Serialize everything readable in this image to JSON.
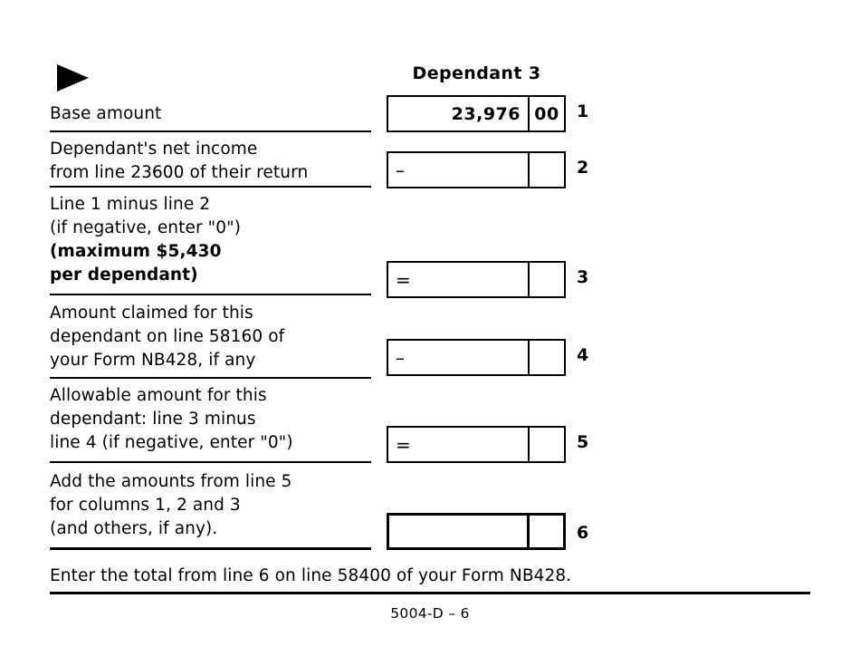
{
  "header": {
    "column_title": "Dependant 3",
    "marker_icon": "right-triangle-icon"
  },
  "rows": [
    {
      "number": "1",
      "label_lines": [
        "Base amount"
      ],
      "bold_from": null,
      "operator": "",
      "dollars": "23,976",
      "cents": "00",
      "heavy": false
    },
    {
      "number": "2",
      "label_lines": [
        "Dependant's net income",
        "from line 23600 of their return"
      ],
      "bold_from": null,
      "operator": "–",
      "dollars": "",
      "cents": "",
      "heavy": false
    },
    {
      "number": "3",
      "label_lines": [
        "Line 1 minus line 2",
        "(if negative, enter \"0\")",
        "(maximum $5,430",
        "per dependant)"
      ],
      "bold_from": 2,
      "operator": "=",
      "dollars": "",
      "cents": "",
      "heavy": false
    },
    {
      "number": "4",
      "label_lines": [
        "Amount claimed for this",
        "dependant on line 58160 of",
        "your Form NB428, if any"
      ],
      "bold_from": null,
      "operator": "–",
      "dollars": "",
      "cents": "",
      "heavy": false
    },
    {
      "number": "5",
      "label_lines": [
        "Allowable amount for this",
        "dependant: line 3 minus",
        "line 4 (if negative, enter \"0\")"
      ],
      "bold_from": null,
      "operator": "=",
      "dollars": "",
      "cents": "",
      "heavy": false
    },
    {
      "number": "6",
      "label_lines": [
        "Add the amounts from line 5",
        "for columns 1, 2 and 3",
        "(and others, if any)."
      ],
      "bold_from": null,
      "operator": "",
      "dollars": "",
      "cents": "",
      "heavy": true
    }
  ],
  "footer": {
    "instruction": "Enter the total from line 6 on line 58400 of your Form NB428.",
    "form_code": "5004-D – 6"
  }
}
